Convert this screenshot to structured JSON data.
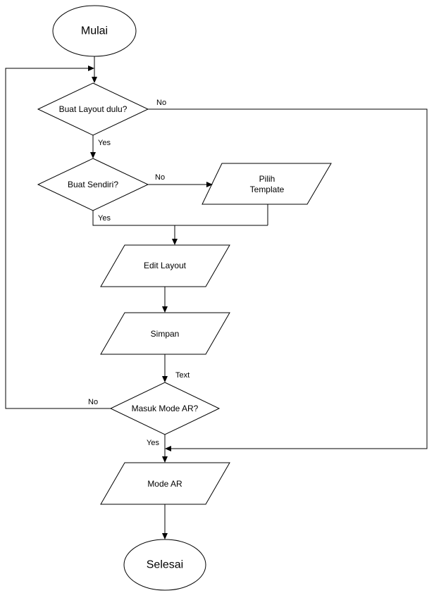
{
  "nodes": {
    "mulai": "Mulai",
    "buat_layout": "Buat Layout dulu?",
    "buat_sendiri": "Buat Sendiri?",
    "pilih_template_line1": "Pilih",
    "pilih_template_line2": "Template",
    "edit_layout": "Edit Layout",
    "simpan": "Simpan",
    "masuk_mode_ar": "Masuk Mode AR?",
    "mode_ar": "Mode AR",
    "selesai": "Selesai"
  },
  "edges": {
    "buat_layout_no": "No",
    "buat_layout_yes": "Yes",
    "buat_sendiri_no": "No",
    "buat_sendiri_yes": "Yes",
    "simpan_text": "Text",
    "masuk_mode_ar_no": "No",
    "masuk_mode_ar_yes": "Yes"
  },
  "colors": {
    "stroke": "#000000",
    "fill": "#ffffff"
  }
}
